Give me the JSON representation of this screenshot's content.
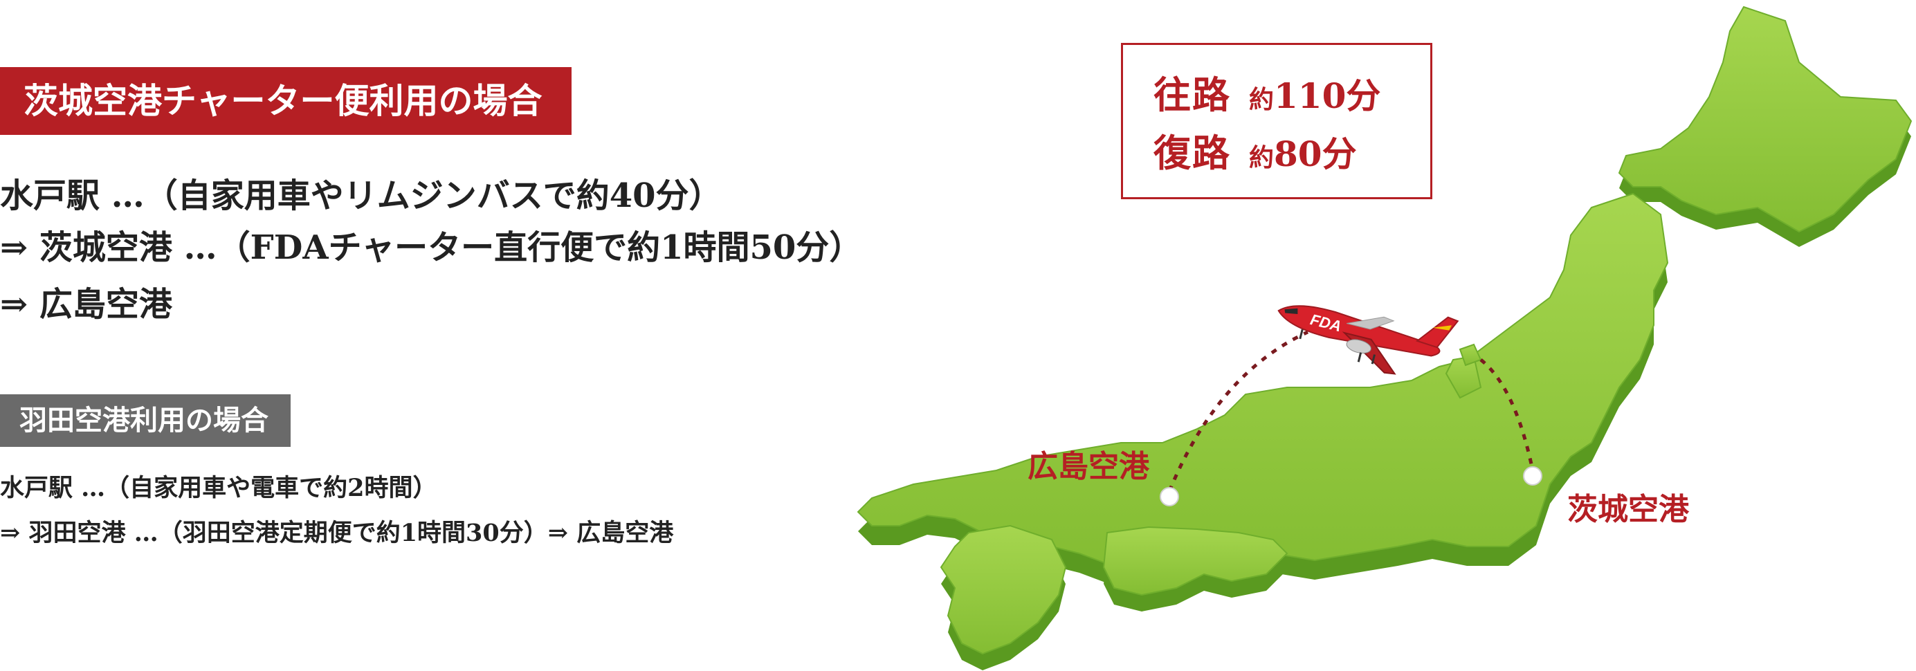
{
  "ibaraki_section": {
    "heading": "茨城空港チャーター便利用の場合",
    "lines": [
      "水戸駅 …（自家用車やリムジンバスで約40分）",
      "⇒ 茨城空港 …（FDAチャーター直行便で約1時間50分）",
      "⇒ 広島空港"
    ]
  },
  "haneda_section": {
    "heading": "羽田空港利用の場合",
    "lines": [
      "水戸駅 …（自家用車や電車で約2時間）",
      "⇒ 羽田空港 …（羽田空港定期便で約1時間30分）⇒ 広島空港"
    ]
  },
  "flight_times": {
    "outbound_label": "往路",
    "outbound_prefix": "約",
    "outbound_value": "110分",
    "return_label": "復路",
    "return_prefix": "約",
    "return_value": "80分"
  },
  "map": {
    "hiroshima_label": "広島空港",
    "ibaraki_label": "茨城空港",
    "plane_livery_text": "FDA",
    "colors": {
      "land_top": "#8cc63f",
      "land_side": "#5a9a20",
      "route_line": "#7a1a1f",
      "accent_red": "#b51f24"
    }
  }
}
